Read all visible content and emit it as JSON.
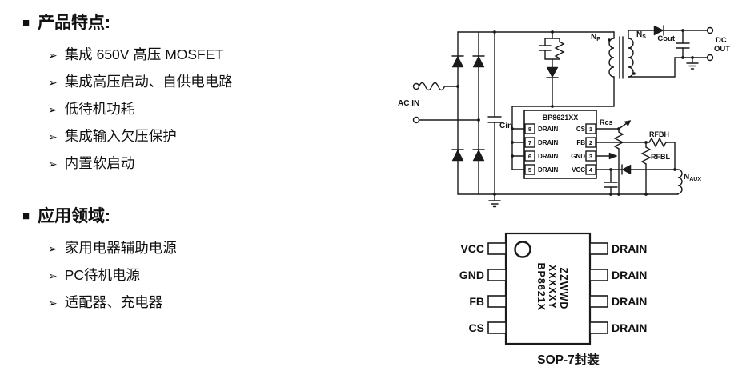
{
  "page": {
    "background": "#ffffff",
    "ink": "#1a1a1a"
  },
  "features": {
    "marker": "■",
    "heading": "产品特点:",
    "item_marker": "➢",
    "items": [
      "集成 650V 高压 MOSFET",
      "集成高压启动、自供电电路",
      "低待机功耗",
      "集成输入欠压保护",
      "内置软启动"
    ]
  },
  "applications": {
    "marker": "■",
    "heading": "应用领域:",
    "item_marker": "➢",
    "items": [
      "家用电器辅助电源",
      "PC待机电源",
      "适配器、充电器"
    ]
  },
  "schematic": {
    "labels": {
      "ac_in": "AC IN",
      "cin": "Cin",
      "np_main": "N",
      "np_sub": "P",
      "ns_main": "N",
      "ns_sub": "S",
      "cout": "Cout",
      "dc_out_line1": "DC",
      "dc_out_line2": "OUT",
      "chip_title": "BP8621XX",
      "rcs": "Rcs",
      "rfbh": "RFBH",
      "rfbl": "RFBL",
      "naux_main": "N",
      "naux_sub": "AUX"
    },
    "chip_pins_left": [
      {
        "num": "8",
        "label": "DRAIN"
      },
      {
        "num": "7",
        "label": "DRAIN"
      },
      {
        "num": "6",
        "label": "DRAIN"
      },
      {
        "num": "5",
        "label": "DRAIN"
      }
    ],
    "chip_pins_right": [
      {
        "label": "CS",
        "num": "1"
      },
      {
        "label": "FB",
        "num": "2"
      },
      {
        "label": "GND",
        "num": "3"
      },
      {
        "label": "VCC",
        "num": "4"
      }
    ]
  },
  "package": {
    "left_pins": [
      "VCC",
      "GND",
      "FB",
      "CS"
    ],
    "right_pins": [
      "DRAIN",
      "DRAIN",
      "DRAIN",
      "DRAIN"
    ],
    "marking": [
      "BP8621X",
      "XXXXXY",
      "ZZWWD"
    ],
    "caption": "SOP-7封装"
  }
}
